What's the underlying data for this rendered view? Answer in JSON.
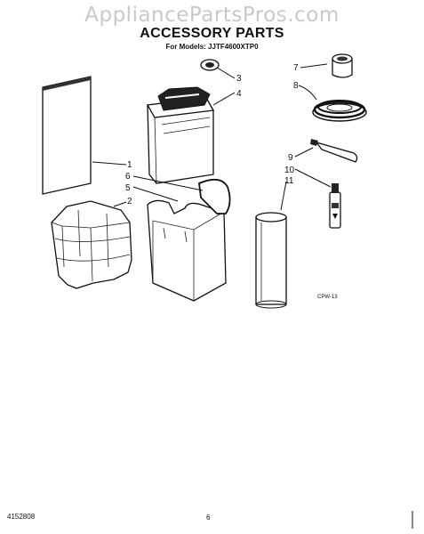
{
  "header": {
    "watermark": "AppliancePartsPros.com",
    "title": "ACCESSORY PARTS",
    "models": "For Models: JJTF4600XTP0"
  },
  "callouts": [
    "1",
    "2",
    "3",
    "4",
    "5",
    "6",
    "7",
    "8",
    "9",
    "10",
    "11"
  ],
  "figure_code": "CPW-13",
  "footer": {
    "doc_number": "4152808",
    "page_number": "6"
  }
}
